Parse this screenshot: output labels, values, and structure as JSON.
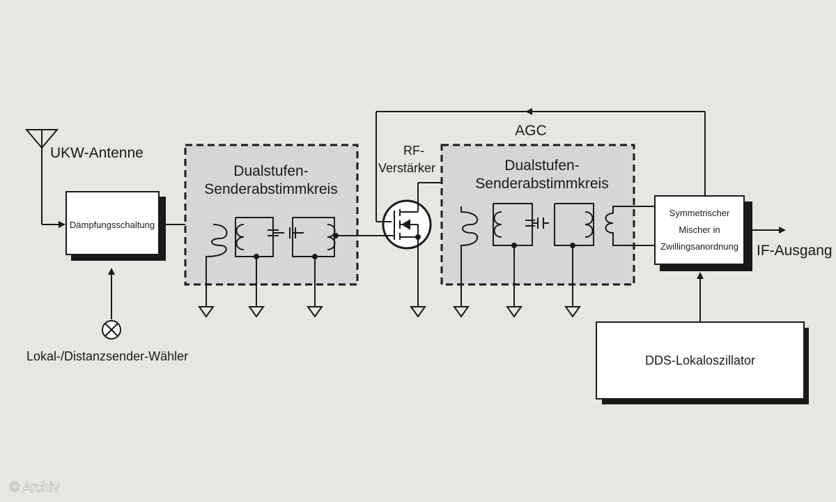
{
  "labels": {
    "antenna": "UKW-Antenne",
    "attenuator": "Dämpfungsschaltung",
    "selector": "Lokal-/Distanzsender-Wähler",
    "filter1_line1": "Dualstufen-",
    "filter1_line2": "Senderabstimmkreis",
    "rf_amp_line1": "RF-",
    "rf_amp_line2": "Verstärker",
    "agc": "AGC",
    "filter2_line1": "Dualstufen-",
    "filter2_line2": "Senderabstimmkreis",
    "mixer_line1": "Symmetrischer",
    "mixer_line2": "Mischer in",
    "mixer_line3": "Zwillingsanordnung",
    "if_output": "IF-Ausgang",
    "dds": "DDS-Lokaloszillator",
    "copyright": "© Archiv"
  },
  "colors": {
    "background": "#e8e6e1",
    "filter_fill": "#d6d5d8",
    "line": "#1a1a1a",
    "box_fill": "#ffffff"
  }
}
